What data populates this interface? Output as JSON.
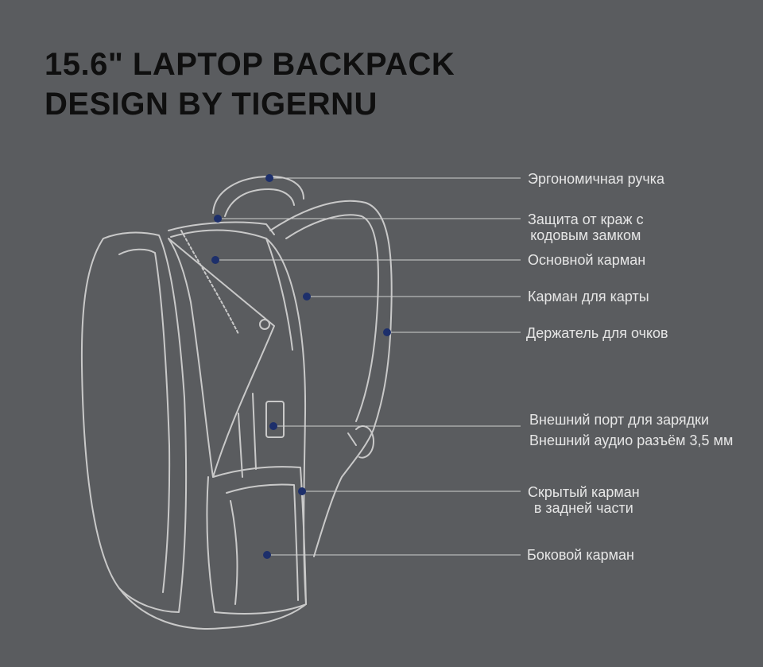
{
  "title": {
    "line1": "15.6\" LAPTOP BACKPACK",
    "line2": "DESIGN BY TIGERNU"
  },
  "colors": {
    "background": "#5a5c5f",
    "outline": "#c9c9c9",
    "marker": "#1d2f6b",
    "leader_line": "#cfcfcf",
    "title": "#0f0f0f",
    "label": "#e6e6e6"
  },
  "callouts": [
    {
      "id": "handle",
      "lines": [
        "Эргономичная ручка"
      ]
    },
    {
      "id": "lock",
      "lines": [
        "Защита от краж с",
        "кодовым замком"
      ]
    },
    {
      "id": "main-pocket",
      "lines": [
        "Основной карман"
      ]
    },
    {
      "id": "card-pocket",
      "lines": [
        "Карман для карты"
      ]
    },
    {
      "id": "glasses-holder",
      "lines": [
        "Держатель для очков"
      ]
    },
    {
      "id": "charging-port",
      "lines": [
        "Внешний порт для зарядки",
        "Внешний аудио разъём 3,5 мм"
      ]
    },
    {
      "id": "hidden-pocket",
      "lines": [
        "Скрытый карман",
        "в задней части"
      ]
    },
    {
      "id": "side-pocket",
      "lines": [
        "Боковой карман"
      ]
    }
  ]
}
